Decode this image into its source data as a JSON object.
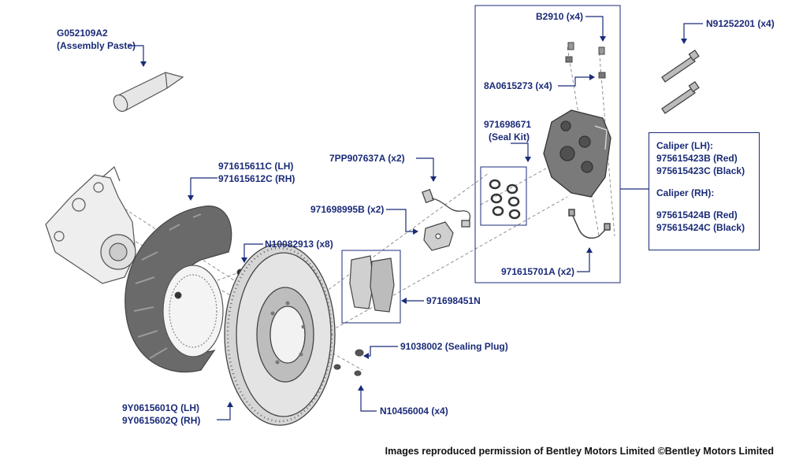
{
  "colors": {
    "label": "#1a2b78",
    "part_stroke": "#555555",
    "part_fill": "#d9d9d9"
  },
  "labels": {
    "assembly_paste": [
      "G052109A2",
      "(Assembly Paste)"
    ],
    "backing_plate": [
      "971615611C (LH)",
      "971615612C (RH)"
    ],
    "backing_bolt": "N10082913 (x8)",
    "disc": [
      "9Y0615601Q (LH)",
      "9Y0615602Q (RH)"
    ],
    "sealing_plug": "91038002 (Sealing Plug)",
    "disc_screw": "N10456004 (x4)",
    "wear_sensor": "7PP907637A (x2)",
    "pad_spring": "971698995B (x2)",
    "brake_pads": "971698451N",
    "bleed_valve": "B2910 (x4)",
    "bleed_cap": "8A0615273 (x4)",
    "seal_kit": [
      "971698671",
      "(Seal Kit)"
    ],
    "brake_pipe": "971615701A (x2)",
    "caliper_bolt": "N91252201 (x4)",
    "caliper_lh_title": "Caliper (LH):",
    "caliper_lh": [
      "975615423B (Red)",
      "975615423C (Black)"
    ],
    "caliper_rh_title": "Caliper (RH):",
    "caliper_rh": [
      "975615424B (Red)",
      "975615424C (Black)"
    ]
  },
  "credit": "Images reproduced permission of Bentley Motors Limited ©Bentley Motors Limited"
}
